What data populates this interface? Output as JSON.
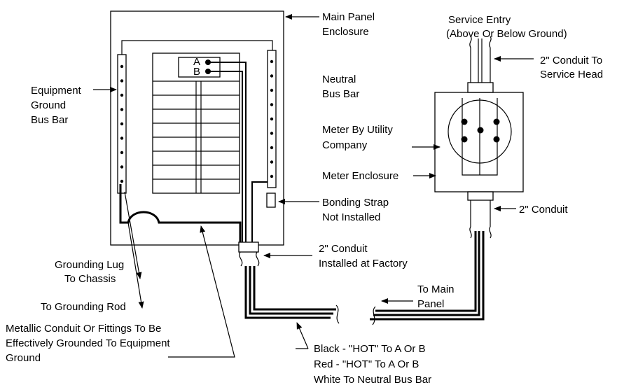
{
  "labels": {
    "main_panel_1": "Main Panel",
    "main_panel_2": "Enclosure",
    "service_entry_1": "Service Entry",
    "service_entry_2": "(Above Or Below Ground)",
    "conduit_service_head_1": "2\" Conduit To",
    "conduit_service_head_2": "Service Head",
    "neutral_bus_1": "Neutral",
    "neutral_bus_2": "Bus Bar",
    "equip_ground_1": "Equipment",
    "equip_ground_2": "Ground",
    "equip_ground_3": "Bus Bar",
    "meter_utility_1": "Meter By Utility",
    "meter_utility_2": "Company",
    "meter_enclosure": "Meter Enclosure",
    "bonding_strap_1": "Bonding Strap",
    "bonding_strap_2": "Not Installed",
    "conduit_2in": "2\" Conduit",
    "conduit_factory_1": "2\" Conduit",
    "conduit_factory_2": "Installed at Factory",
    "grounding_lug_1": "Grounding Lug",
    "grounding_lug_2": "To Chassis",
    "to_grounding_rod": "To Grounding Rod",
    "to_main_panel_1": "To Main",
    "to_main_panel_2": "Panel",
    "metallic_conduit_1": "Metallic Conduit Or Fittings To Be",
    "metallic_conduit_2": "Effectively Grounded To Equipment",
    "metallic_conduit_3": "Ground",
    "wire_black": "Black - \"HOT\" To A Or B",
    "wire_red": "Red - \"HOT\" To A Or B",
    "wire_white": "White To Neutral Bus Bar",
    "terminal_a": "A",
    "terminal_b": "B"
  },
  "colors": {
    "ink": "#000000",
    "background": "#ffffff"
  }
}
